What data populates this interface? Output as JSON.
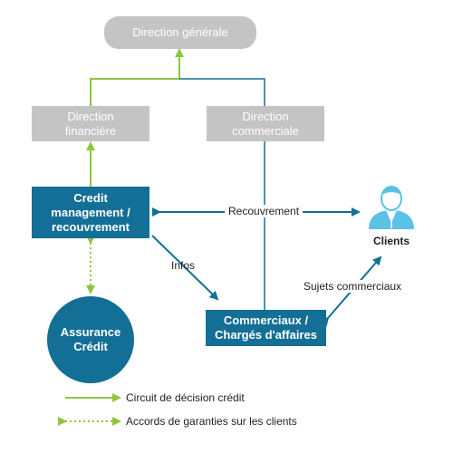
{
  "nodes": {
    "direction_generale": "Direction générale",
    "direction_financiere": "Direction financière",
    "direction_commerciale": "Direction commerciale",
    "credit_management": "Credit management / recouvrement",
    "assurance_credit": "Assurance Crédit",
    "commerciaux": "Commerciaux / Chargés d'affaires",
    "clients": "Clients"
  },
  "edges": {
    "recouvrement": "Recouvrement",
    "infos": "Infos",
    "sujets_commerciaux": "Sujets commerciaux"
  },
  "legend": {
    "circuit": "Circuit de décision crédit",
    "accords": "Accords de garanties sur les clients"
  },
  "colors": {
    "green": "#8dc63f",
    "blue": "#136f95",
    "gray": "#c4c4c4",
    "client_icon": "#5bc2e7"
  }
}
